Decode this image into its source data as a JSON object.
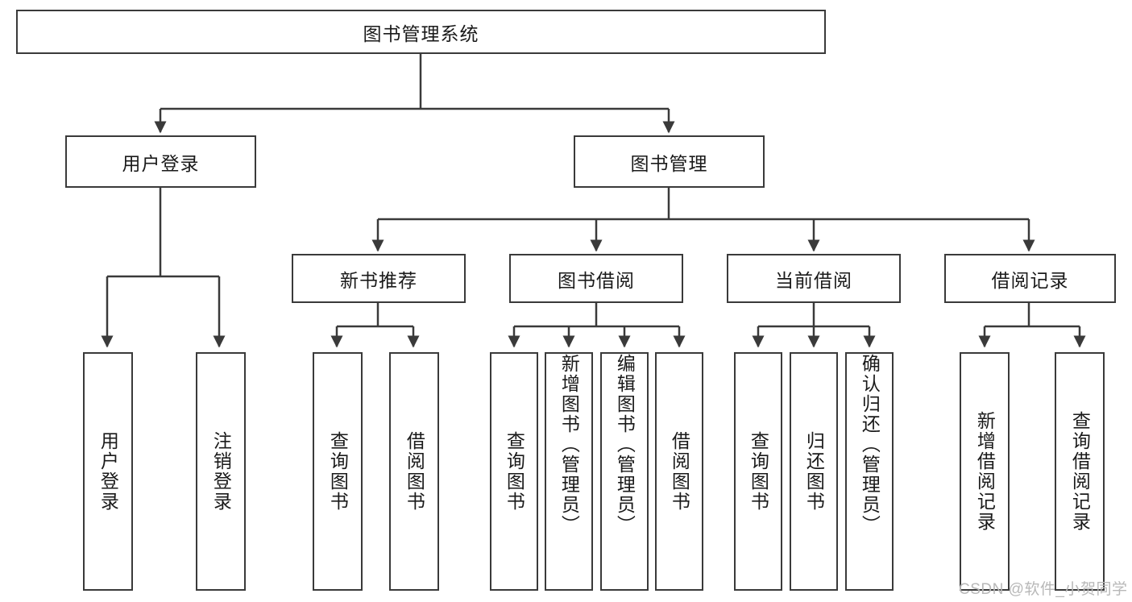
{
  "diagram": {
    "type": "tree-hierarchy",
    "title": "图书管理系统",
    "root": {
      "id": "root",
      "label": "图书管理系统"
    },
    "level1": [
      {
        "id": "user-login",
        "label": "用户登录"
      },
      {
        "id": "book-manage",
        "label": "图书管理"
      }
    ],
    "level2": [
      {
        "id": "new-book-rec",
        "label": "新书推荐",
        "parent": "book-manage"
      },
      {
        "id": "book-borrow",
        "label": "图书借阅",
        "parent": "book-manage"
      },
      {
        "id": "current-borrow",
        "label": "当前借阅",
        "parent": "book-manage"
      },
      {
        "id": "borrow-record",
        "label": "借阅记录",
        "parent": "book-manage"
      }
    ],
    "leaves": [
      {
        "id": "leaf-user-login",
        "label": "用户登录",
        "parent": "user-login"
      },
      {
        "id": "leaf-user-logout",
        "label": "注销登录",
        "parent": "user-login"
      },
      {
        "id": "leaf-query-book-1",
        "label": "查询图书",
        "parent": "new-book-rec"
      },
      {
        "id": "leaf-borrow-book-1",
        "label": "借阅图书",
        "parent": "new-book-rec"
      },
      {
        "id": "leaf-query-book-2",
        "label": "查询图书",
        "parent": "book-borrow"
      },
      {
        "id": "leaf-add-book",
        "label": "新增图书（管理员）",
        "parent": "book-borrow"
      },
      {
        "id": "leaf-edit-book",
        "label": "编辑图书（管理员）",
        "parent": "book-borrow"
      },
      {
        "id": "leaf-borrow-book-2",
        "label": "借阅图书",
        "parent": "book-borrow"
      },
      {
        "id": "leaf-query-book-3",
        "label": "查询图书",
        "parent": "current-borrow"
      },
      {
        "id": "leaf-return-book",
        "label": "归还图书",
        "parent": "current-borrow"
      },
      {
        "id": "leaf-confirm-return",
        "label": "确认归还（管理员）",
        "parent": "current-borrow"
      },
      {
        "id": "leaf-add-record",
        "label": "新增借阅记录",
        "parent": "borrow-record"
      },
      {
        "id": "leaf-query-record",
        "label": "查询借阅记录",
        "parent": "borrow-record"
      }
    ],
    "watermark": "CSDN @软件_小贺同学",
    "colors": {
      "stroke": "#3a3a3a",
      "fill": "#ffffff",
      "text": "#1a1a1a",
      "watermark": "#b8b8b8"
    }
  }
}
